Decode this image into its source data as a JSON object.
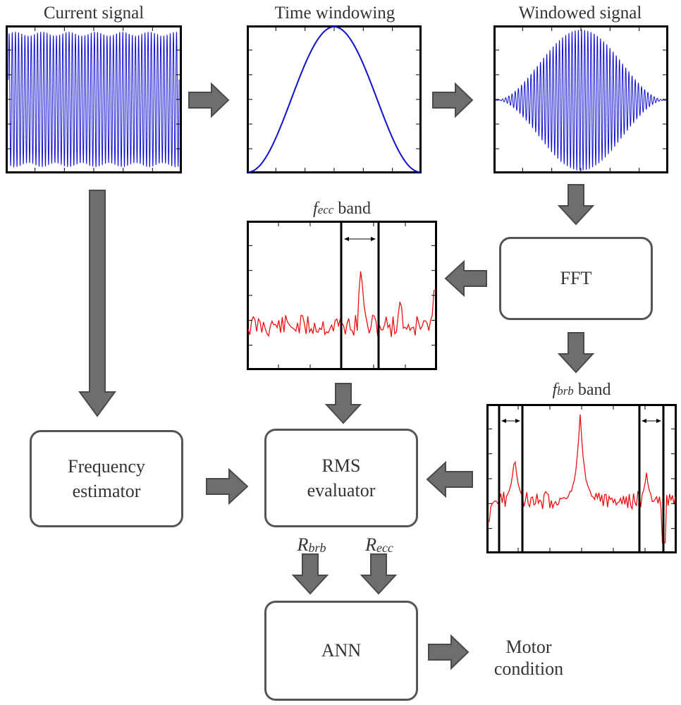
{
  "plots": {
    "current_signal": {
      "title": "Current signal",
      "color": "#1010cc"
    },
    "time_windowing": {
      "title": "Time windowing",
      "color": "#1010cc"
    },
    "windowed_signal": {
      "title": "Windowed signal",
      "color": "#1010cc"
    },
    "fecc_band": {
      "title_sym": "f",
      "title_sub": "ecc",
      "title_rest": " band",
      "color": "#ee1111"
    },
    "fbrb_band": {
      "title_sym": "f",
      "title_sub": "brb",
      "title_rest": " band",
      "color": "#ee1111"
    }
  },
  "boxes": {
    "fft": "FFT",
    "freq_estimator_line1": "Frequency",
    "freq_estimator_line2": "estimator",
    "rms_line1": "RMS",
    "rms_line2": "evaluator",
    "ann": "ANN"
  },
  "outputs": {
    "r_brb_sym": "R",
    "r_brb_sub": "brb",
    "r_ecc_sym": "R",
    "r_ecc_sub": "ecc",
    "motor_line1": "Motor",
    "motor_line2": "condition"
  },
  "colors": {
    "arrow_fill": "#6e6e6e",
    "arrow_stroke": "#4a4a4a",
    "box_border": "#555555"
  }
}
